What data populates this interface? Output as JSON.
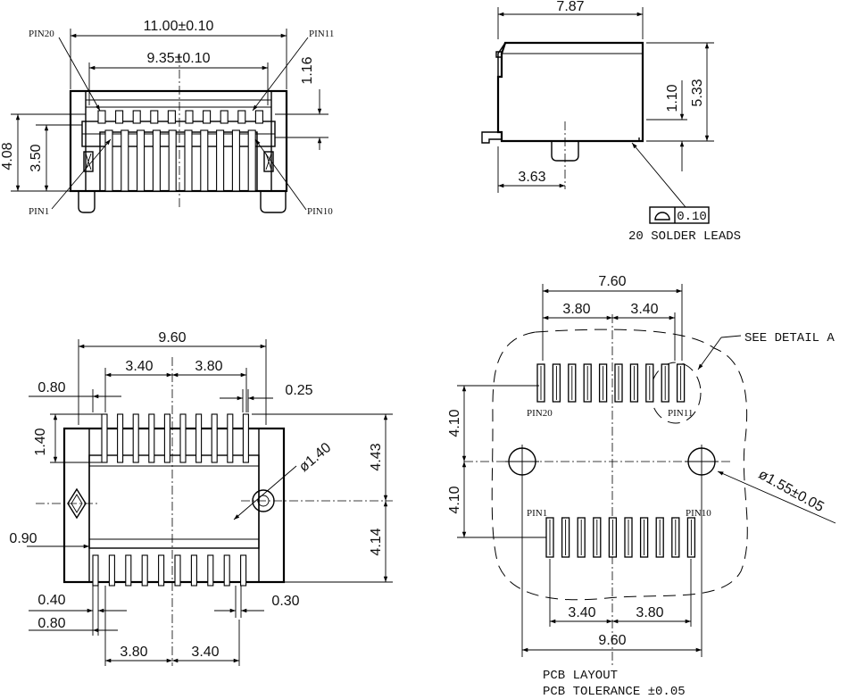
{
  "top_view": {
    "dim_overall_width": "11.00±0.10",
    "dim_pin_span": "9.35±0.10",
    "dim_top_offset": "1.16",
    "dim_overall_depth": "4.08",
    "dim_inner_depth": "3.50",
    "label_pin20": "PIN20",
    "label_pin11": "PIN11",
    "label_pin1": "PIN1",
    "label_pin10": "PIN10"
  },
  "side_view": {
    "dim_length": "7.87",
    "dim_height": "5.33",
    "dim_lead_height": "1.10",
    "dim_post_offset": "3.63",
    "flatness_value": "0.10",
    "flatness_symbol": "flatness-symbol",
    "solder_leads_note": "20 SOLDER LEADS"
  },
  "bottom_view": {
    "dim_width": "9.60",
    "dim_left_span": "3.40",
    "dim_right_span": "3.80",
    "dim_pitch": "0.80",
    "dim_lead_width_top": "0.25",
    "dim_lead_length": "1.40",
    "dim_hole": "ø1.40",
    "dim_upper_offset": "4.43",
    "dim_lower_offset": "4.14",
    "dim_side_offset": "0.90",
    "dim_lead_gap": "0.40",
    "dim_pitch_bottom": "0.80",
    "dim_lead_width_bottom": "0.30",
    "dim_bottom_left_span": "3.80",
    "dim_bottom_right_span": "3.40"
  },
  "pcb_layout": {
    "dim_width_top": "7.60",
    "dim_left_span_top": "3.80",
    "dim_right_span_top": "3.40",
    "dim_upper_row": "4.10",
    "dim_lower_row": "4.10",
    "dim_hole": "ø1.55±0.05",
    "dim_left_span_bottom": "3.40",
    "dim_right_span_bottom": "3.80",
    "dim_width_bottom": "9.60",
    "label_pin20": "PIN20",
    "label_pin11": "PIN11",
    "label_pin1": "PIN1",
    "label_pin10": "PIN10",
    "detail_callout": "SEE DETAIL  A",
    "title": "PCB LAYOUT",
    "tolerance_note": "PCB TOLERANCE  ±0.05"
  }
}
